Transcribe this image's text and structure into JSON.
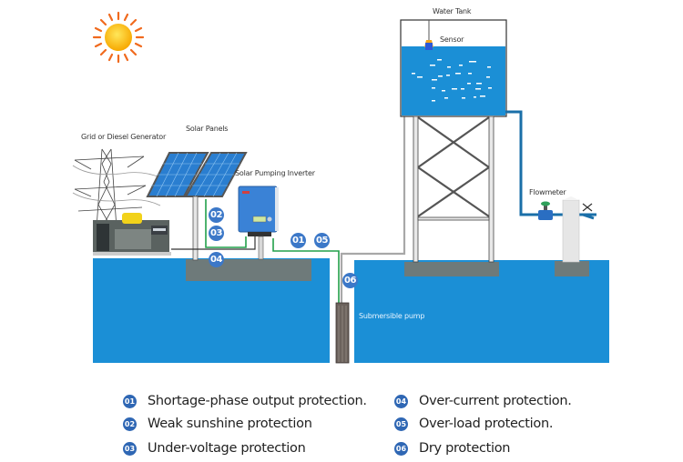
{
  "labels": {
    "grid_generator": "Grid or Diesel Generator",
    "solar_panels": "Solar Panels",
    "inverter": "Solar Pumping Inverter",
    "water_tank": "Water Tank",
    "sensor": "Sensor",
    "flowmeter": "Flowmeter",
    "pump": "Submersible pump"
  },
  "badges": {
    "b01": "01",
    "b02": "02",
    "b03": "03",
    "b04": "04",
    "b05": "05",
    "b06": "06"
  },
  "legend": [
    {
      "num": "01",
      "text": "Shortage-phase output protection."
    },
    {
      "num": "02",
      "text": "Weak sunshine protection"
    },
    {
      "num": "03",
      "text": "Under-voltage protection"
    },
    {
      "num": "04",
      "text": "Over-current protection."
    },
    {
      "num": "05",
      "text": "Over-load protection."
    },
    {
      "num": "06",
      "text": "Dry protection"
    }
  ],
  "colors": {
    "water": "#1b8fd6",
    "ground_slab": "#6e7a7a",
    "badge": "#3c78c8",
    "cable_green": "#22a04a",
    "pipe_gray": "#a8a8a8"
  }
}
